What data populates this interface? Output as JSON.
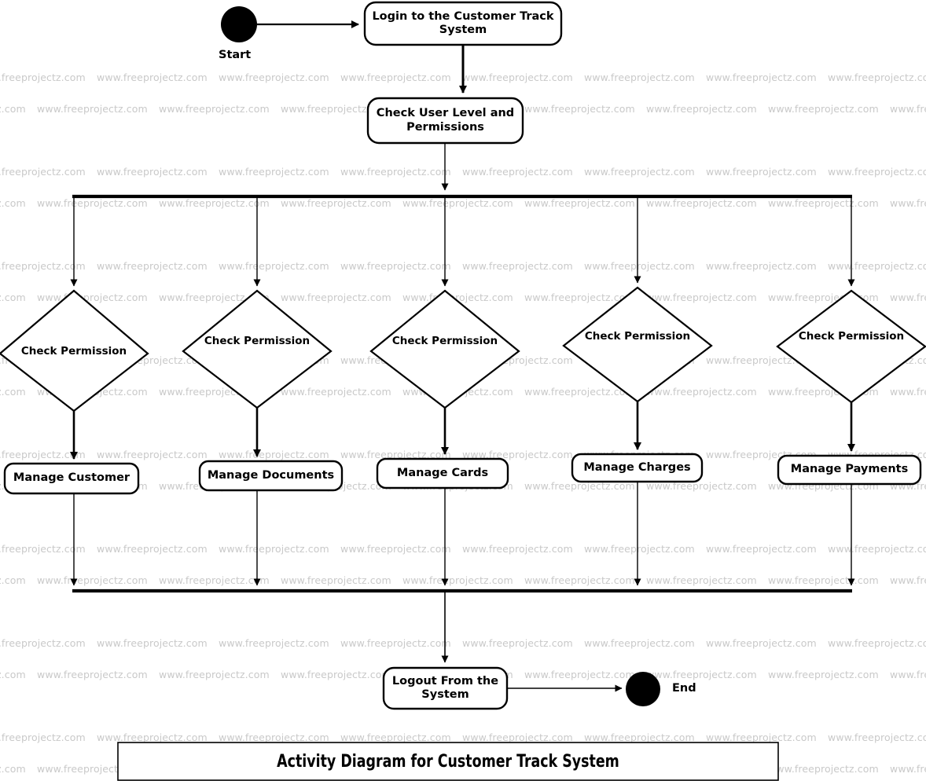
{
  "diagram": {
    "title": "Activity Diagram for Customer Track System",
    "type": "uml-activity-diagram",
    "watermark_text": "www.freeprojectz.com",
    "colors": {
      "stroke": "#000000",
      "fill": "#ffffff",
      "watermark": "#c9c9c9",
      "background": "#ffffff"
    }
  },
  "start_node": {
    "label": "Start",
    "shape": "filled-circle"
  },
  "end_node": {
    "label": "End",
    "shape": "filled-circle"
  },
  "actions": {
    "login": "Login to the Customer Track System",
    "check_user": "Check User Level and Permissions",
    "logout": "Logout From the System"
  },
  "branches": [
    {
      "decision": "Check Permission",
      "action": "Manage Customer"
    },
    {
      "decision": "Check Permission",
      "action": "Manage Documents"
    },
    {
      "decision": "Check Permission",
      "action": "Manage Cards"
    },
    {
      "decision": "Check Permission",
      "action": "Manage Charges"
    },
    {
      "decision": "Check Permission",
      "action": "Manage Payments"
    }
  ]
}
